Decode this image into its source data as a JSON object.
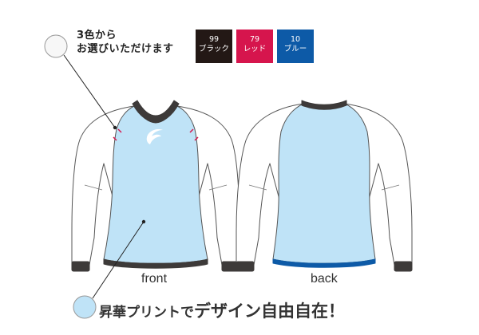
{
  "headline": {
    "line1": "3色から",
    "line2": "お選びいただけます"
  },
  "swatches": [
    {
      "code": "99",
      "name": "ブラック",
      "color": "#231815"
    },
    {
      "code": "79",
      "name": "レッド",
      "color": "#d6154d"
    },
    {
      "code": "10",
      "name": "ブルー",
      "color": "#0d5aa7"
    }
  ],
  "captions": {
    "front": "front",
    "back": "back"
  },
  "bottom": {
    "part1": "昇華プリントで",
    "part2": "デザイン自由自在！"
  },
  "colors": {
    "body_fill": "#bfe3f7",
    "sleeve_fill": "#ffffff",
    "trim": "#3d3a39",
    "outline": "#555555",
    "marker_circle": "#f7f7f7",
    "marker_circle_blue": "#bfe3f7"
  }
}
